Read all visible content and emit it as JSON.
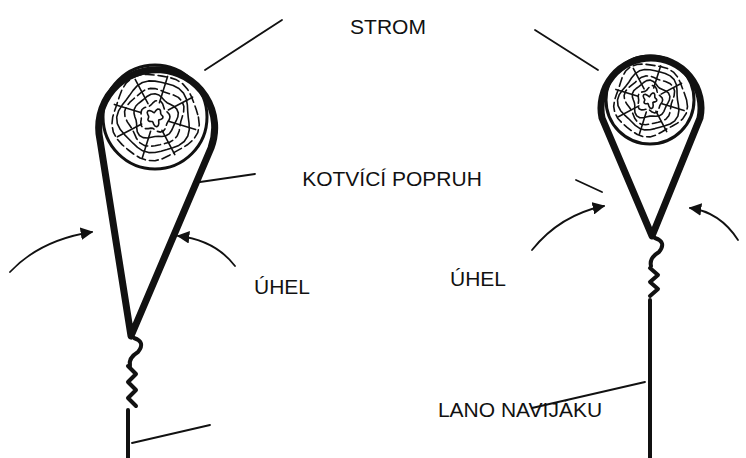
{
  "diagram": {
    "labels": [
      "STROM",
      "KOTVÍCÍ POPRUH",
      "ÚHEL",
      "ÚHEL",
      "LANO NAVIJÁKU"
    ]
  }
}
